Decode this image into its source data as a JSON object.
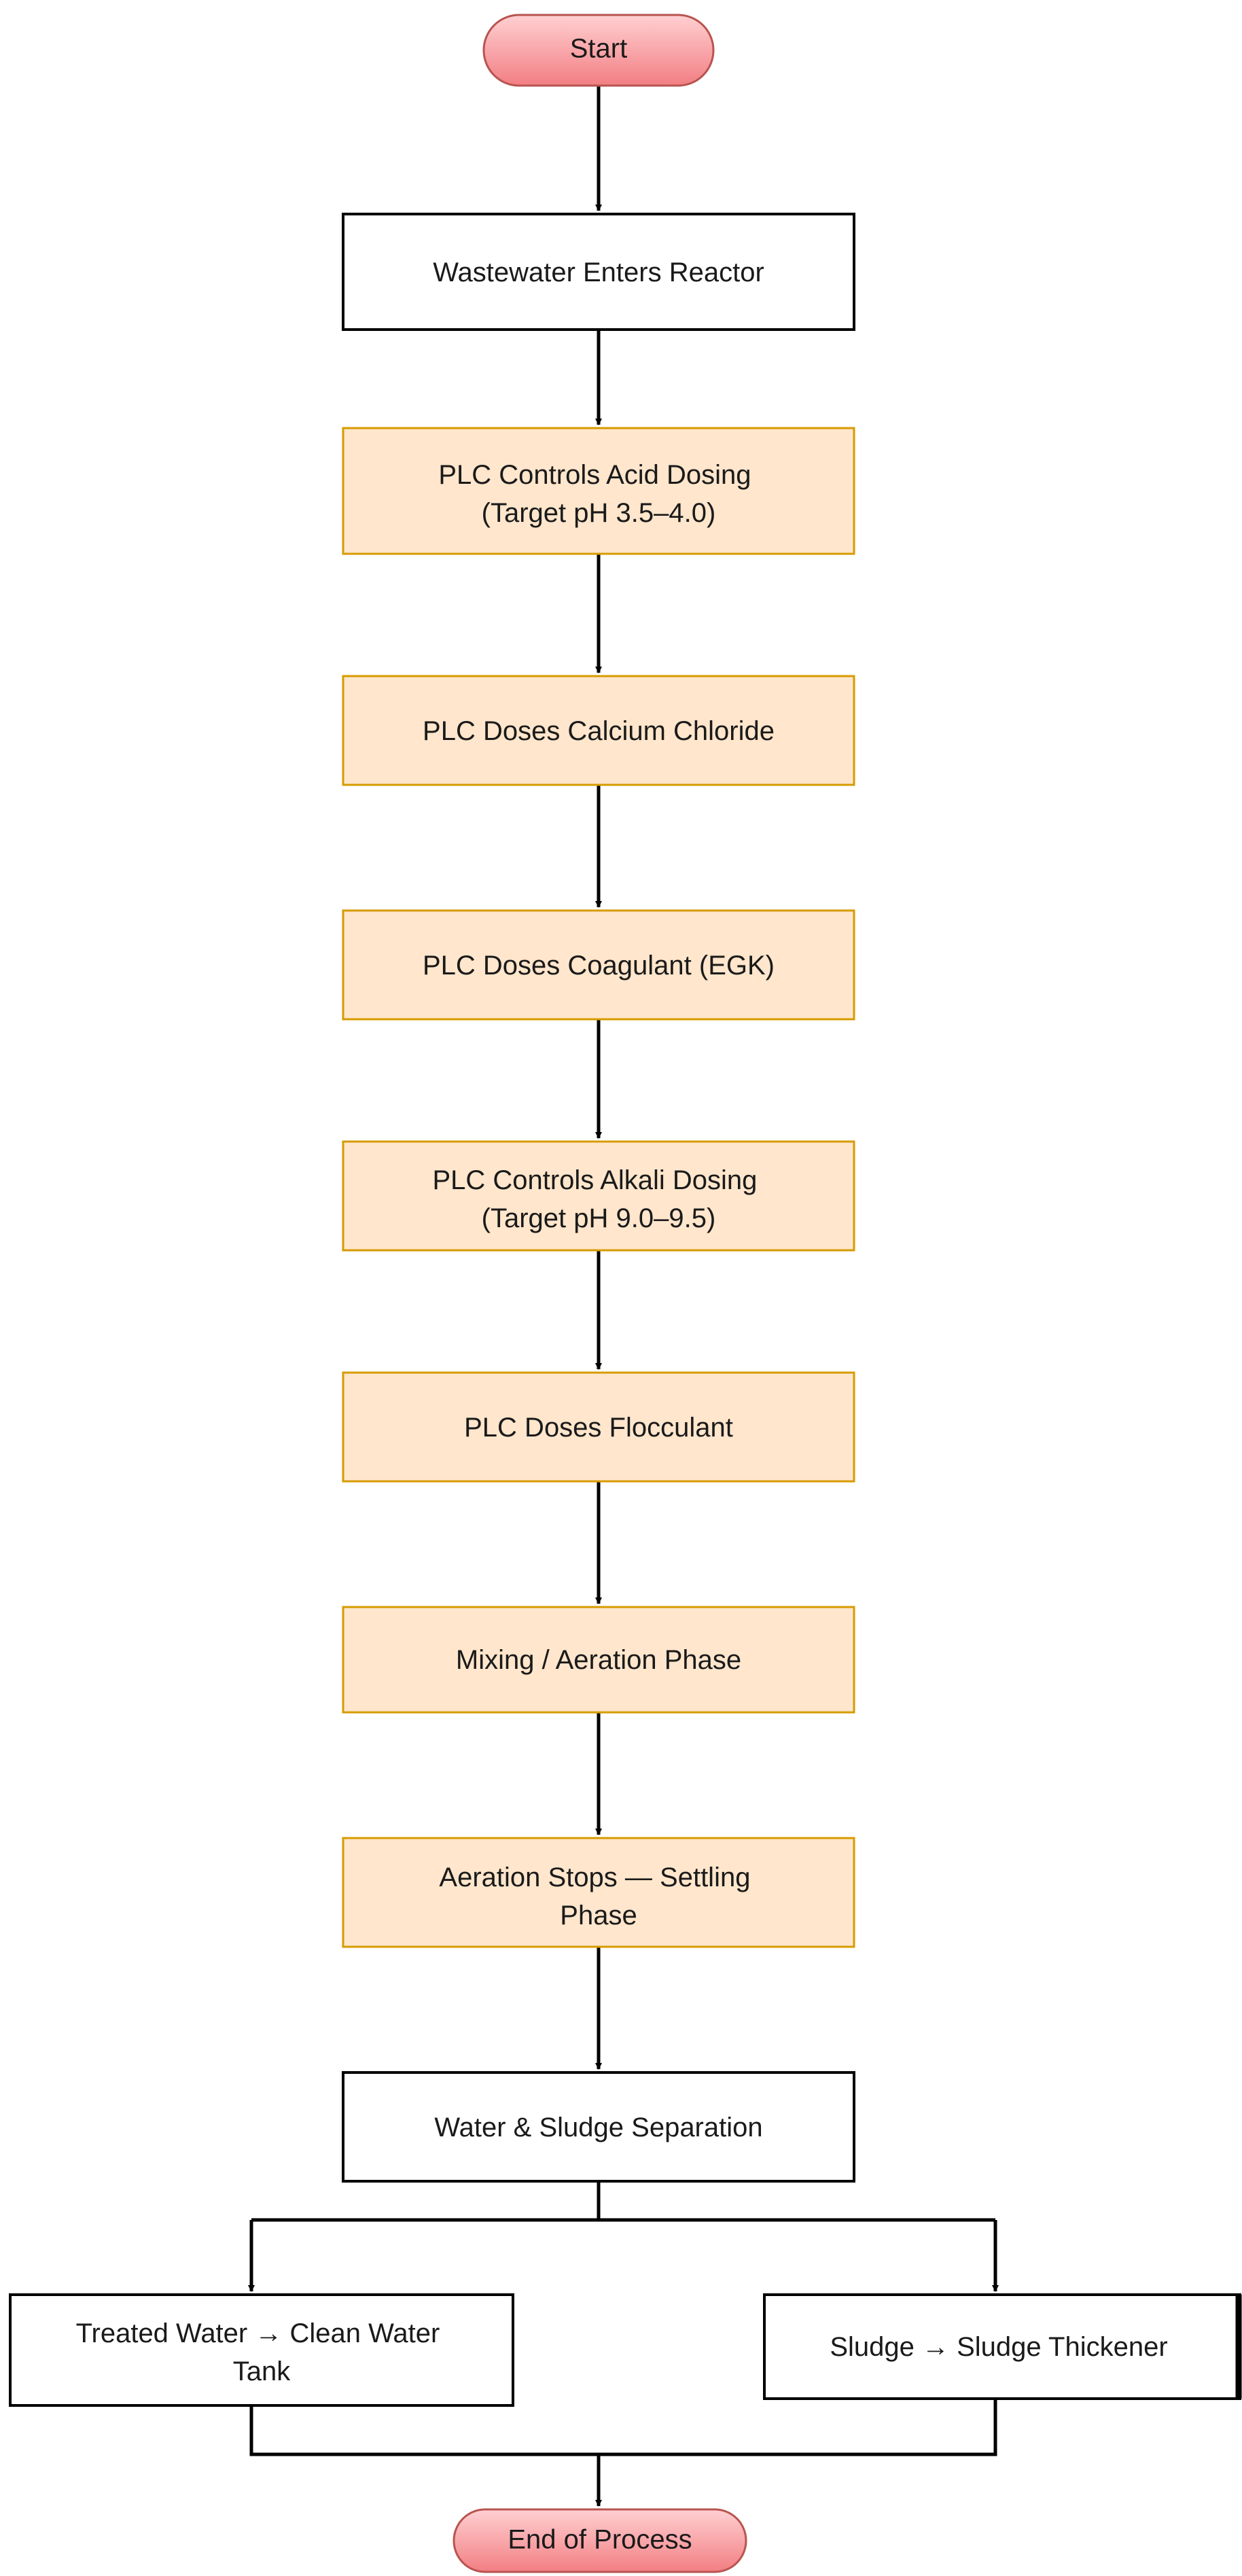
{
  "flowchart": {
    "start": {
      "label": "Start"
    },
    "steps": [
      {
        "lines": [
          "Wastewater Enters Reactor"
        ]
      },
      {
        "lines": [
          "PLC Controls Acid Dosing",
          "(Target pH 3.5–4.0)"
        ]
      },
      {
        "lines": [
          "PLC Doses Calcium Chloride"
        ]
      },
      {
        "lines": [
          "PLC Doses Coagulant (EGK)"
        ]
      },
      {
        "lines": [
          "PLC Controls Alkali Dosing",
          "(Target pH 9.0–9.5)"
        ]
      },
      {
        "lines": [
          "PLC Doses Flocculant"
        ]
      },
      {
        "lines": [
          "Mixing / Aeration Phase"
        ]
      },
      {
        "lines": [
          "Aeration Stops — Settling",
          "Phase"
        ]
      },
      {
        "lines": [
          "Water & Sludge Separation"
        ]
      }
    ],
    "branches": [
      {
        "lines": [
          "Treated Water → Clean Water",
          "Tank"
        ]
      },
      {
        "lines": [
          "Sludge → Sludge Thickener"
        ]
      }
    ],
    "end": {
      "label": "End of Process"
    }
  },
  "colors": {
    "terminal_fill": "#f8a0a3",
    "terminal_stroke": "#b85450",
    "process_fill": "#ffe6cc",
    "process_stroke": "#d79b00",
    "plain_fill": "#ffffff",
    "plain_stroke": "#000000",
    "connector": "#000000"
  }
}
